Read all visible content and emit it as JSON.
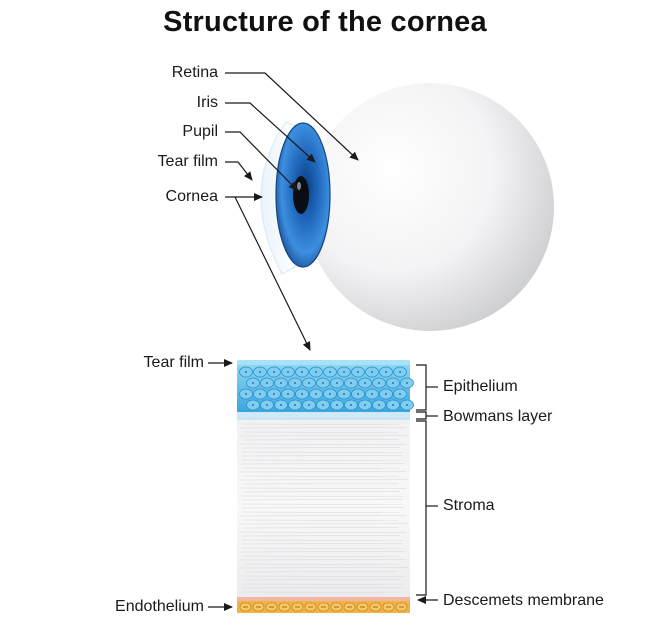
{
  "title": "Structure of the cornea",
  "eye_labels": {
    "retina": "Retina",
    "iris": "Iris",
    "pupil": "Pupil",
    "tear_film": "Tear film",
    "cornea": "Cornea"
  },
  "layer_labels": {
    "tear_film": "Tear film",
    "epithelium": "Epithelium",
    "bowmans_layer": "Bowmans layer",
    "stroma": "Stroma",
    "endothelium": "Endothelium",
    "descemets_membrane": "Descemets membrane"
  },
  "colors": {
    "iris_blue": "#1f6fc4",
    "epithelium_blue": "#5bbbe6",
    "endothelium_orange": "#f2b24a",
    "descemets_pink": "#f3b6a0"
  }
}
